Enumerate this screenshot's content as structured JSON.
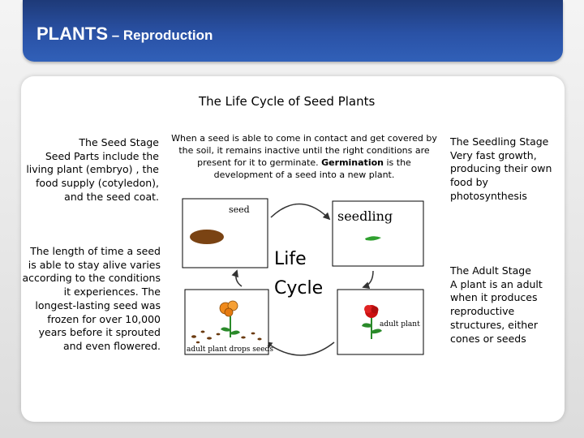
{
  "slide": {
    "title": "PLANTS",
    "title_dash": " – ",
    "subtitle": "Reproduction"
  },
  "heading": "The Life Cycle of Seed Plants",
  "left_col": {
    "seed_stage_title": "The Seed Stage",
    "seed_stage_text": "Seed Parts include the living plant (embryo) , the food supply (cotyledon), and the seed coat.",
    "longevity_text": "The length of time a seed is able to stay alive varies according to the conditions it experiences. The longest-lasting seed was frozen for over 10,000 years before it sprouted and even flowered."
  },
  "center": {
    "desc_before": "When a seed is able to come in contact and get covered by the soil, it remains inactive until the right conditions are present for it to germinate. ",
    "desc_bold": "Germination",
    "desc_after": " is the development of a seed into a new plant."
  },
  "diagram": {
    "seed_label": "seed",
    "seedling_label": "seedling",
    "center_line1": "Life",
    "center_line2": "Cycle",
    "adult_label": "adult plant",
    "drops_label": "adult plant drops seeds",
    "colors": {
      "seed": "#7a4313",
      "seedling": "#2fa02f",
      "arrow": "#333333",
      "flower_orange": "#f08a1c",
      "flower_red": "#cc1111",
      "stem": "#2a8a2a"
    }
  },
  "right_col": {
    "seedling_title": "The Seedling Stage",
    "seedling_text": "Very fast growth, producing their own food by photosynthesis",
    "adult_title": "The Adult Stage",
    "adult_text": "A plant is an adult when it produces reproductive structures, either cones or seeds"
  },
  "colors": {
    "banner_top": "#1e3a78",
    "banner_bottom": "#3160b8",
    "title_text": "#ffffff"
  }
}
